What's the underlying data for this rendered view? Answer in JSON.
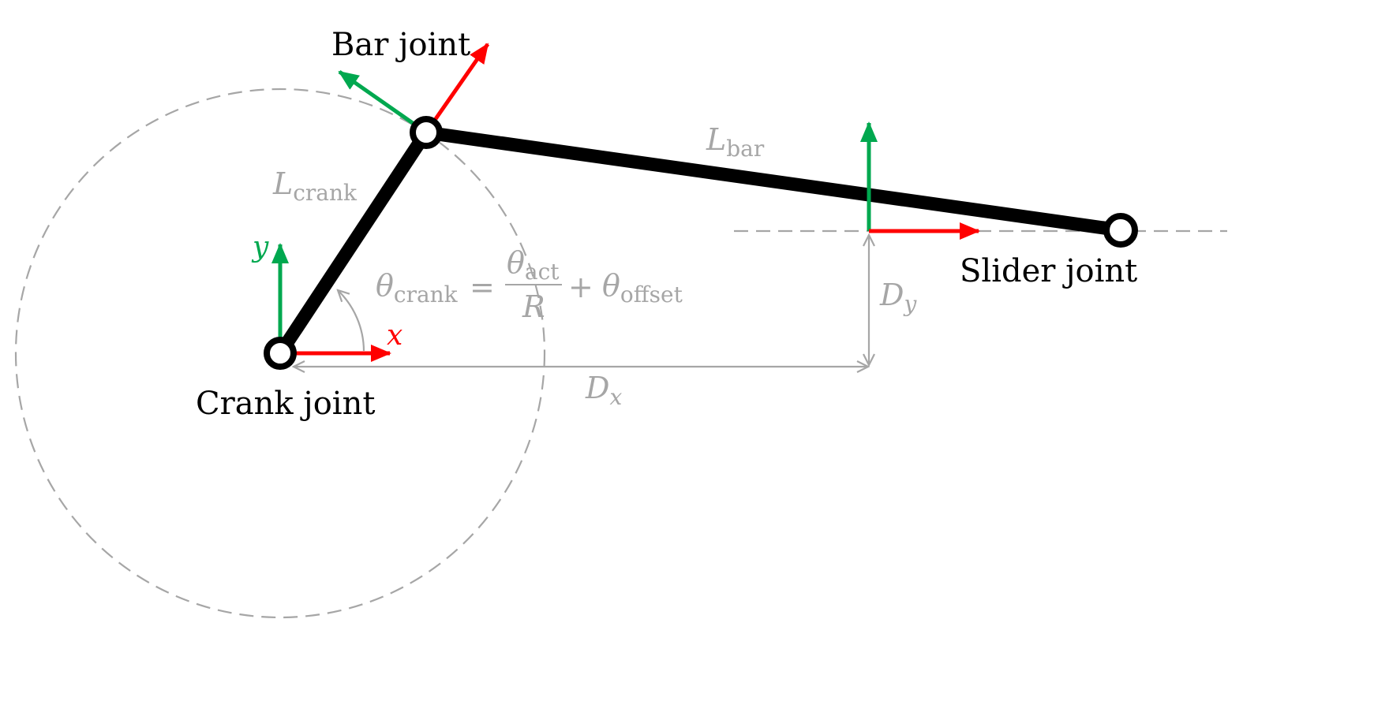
{
  "labels": {
    "bar_joint": "Bar joint",
    "slider_joint": "Slider joint",
    "crank_joint": "Crank joint"
  },
  "math": {
    "L": "L",
    "crank_sub": "crank",
    "bar_sub": "bar",
    "theta": "θ",
    "equals": "=",
    "act_sub": "act",
    "R": "R",
    "plus": "+",
    "offset_sub": "offset",
    "D": "D",
    "x": "x",
    "y": "y",
    "axis_x": "x",
    "axis_y": "y"
  },
  "colors": {
    "link": "#000000",
    "x_axis": "#ff0000",
    "y_axis": "#00a84f",
    "annotation": "#a6a6a6",
    "label": "#000000"
  }
}
